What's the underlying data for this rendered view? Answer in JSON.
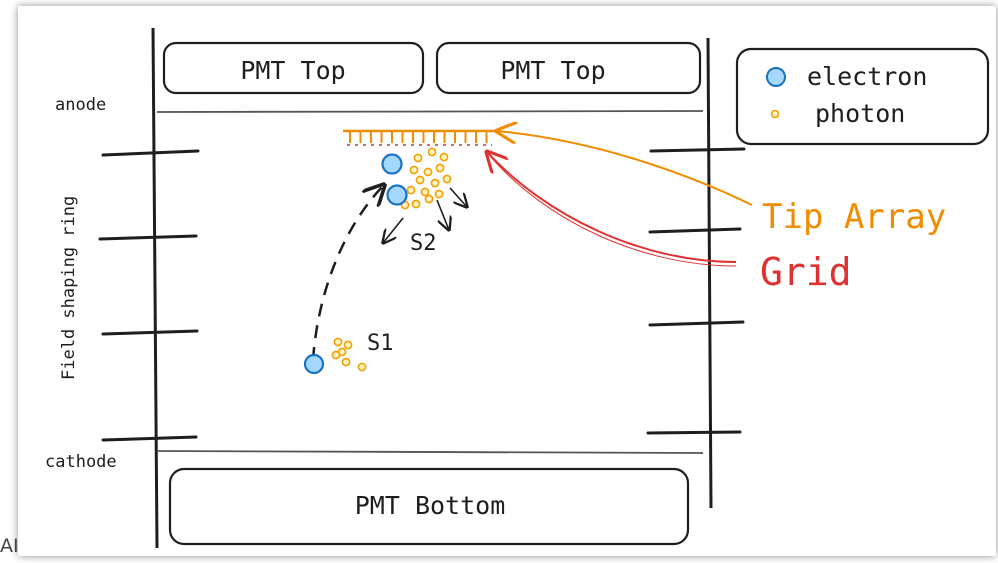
{
  "pmt": {
    "top_left": "PMT Top",
    "top_right": "PMT Top",
    "bottom": "PMT Bottom"
  },
  "labels": {
    "anode": "anode",
    "cathode": "cathode",
    "field_ring": "Field shaping ring"
  },
  "legend": {
    "electron": "electron",
    "photon": "photon"
  },
  "signals": {
    "s1": "S1",
    "s2": "S2"
  },
  "annotations": {
    "tip_array": "Tip Array",
    "grid": "Grid"
  },
  "cutoff_text": "AI",
  "colors": {
    "ink": "#1e1e1e",
    "electron_fill": "#a5d8ff",
    "electron_stroke": "#1971c2",
    "photon": "#f59f00",
    "tip_array": "#f08c00",
    "grid": "#e03131"
  }
}
